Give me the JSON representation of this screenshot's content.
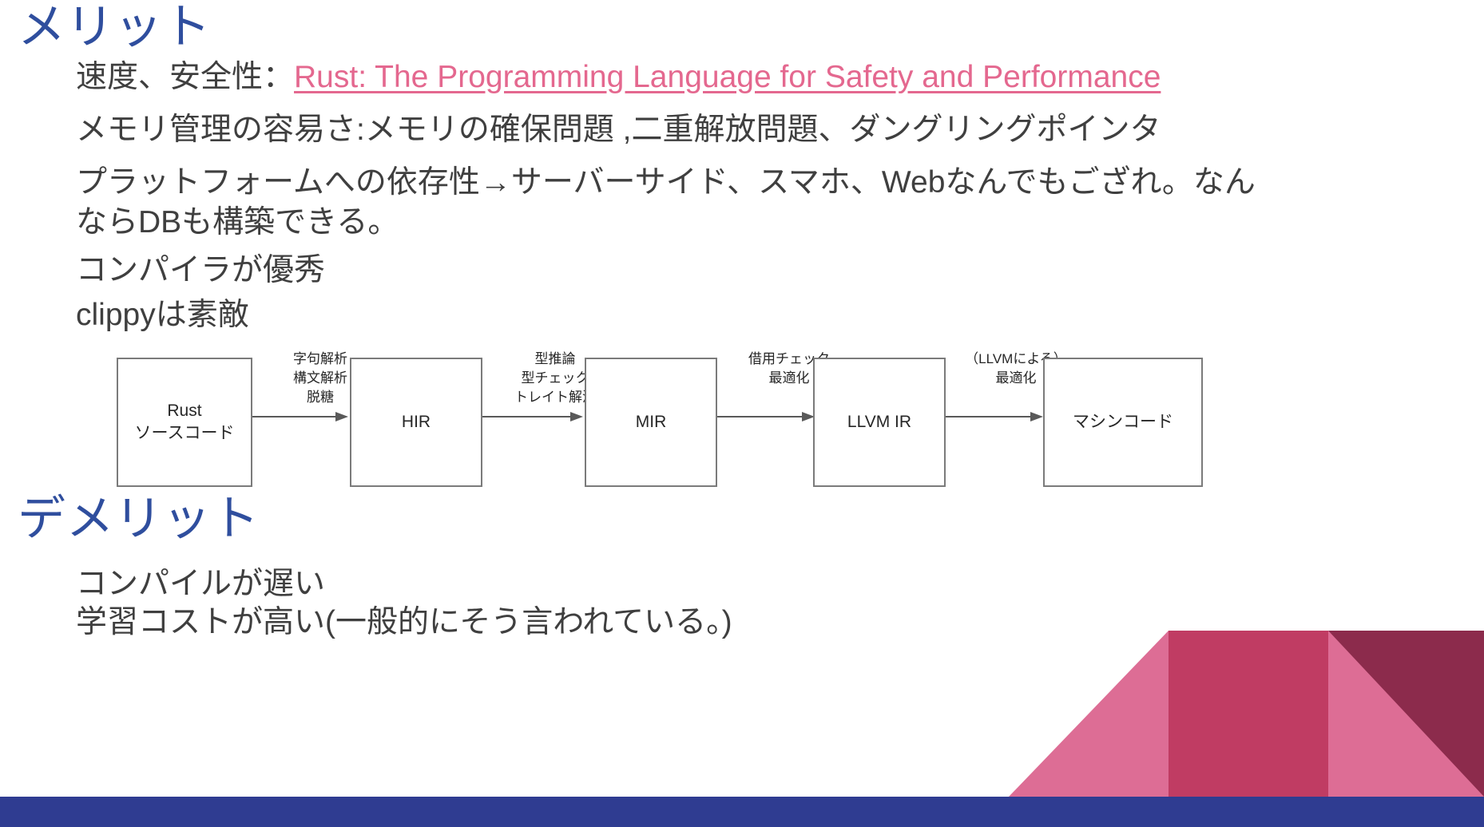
{
  "slide": {
    "sections": [
      {
        "heading": "メリット",
        "bullets": [
          {
            "prefix": "速度、安全性：",
            "link": "Rust: The Programming Language for Safety and Performance"
          },
          {
            "text": "メモリ管理の容易さ:メモリの確保問題 ,二重解放問題、ダングリングポインタ"
          },
          {
            "text": "プラットフォームへの依存性→サーバーサイド、スマホ、Webなんでもござれ。なんならDBも構築できる。"
          },
          {
            "text": "コンパイラが優秀"
          },
          {
            "text": "clippyは素敵"
          }
        ]
      },
      {
        "heading": "デメリット",
        "bullets": [
          {
            "text": "コンパイルが遅い"
          },
          {
            "text": "学習コストが高い(一般的にそう言われている。)"
          }
        ]
      }
    ]
  },
  "diagram": {
    "type": "flow",
    "nodes": [
      {
        "id": "source",
        "lines": [
          "Rust",
          "ソースコード"
        ]
      },
      {
        "id": "hir",
        "lines": [
          "HIR"
        ]
      },
      {
        "id": "mir",
        "lines": [
          "MIR"
        ]
      },
      {
        "id": "llvmir",
        "lines": [
          "LLVM IR"
        ]
      },
      {
        "id": "machine",
        "lines": [
          "マシンコード"
        ]
      }
    ],
    "edges": [
      {
        "from": "source",
        "to": "hir",
        "lines": [
          "字句解析",
          "構文解析",
          "脱糖"
        ]
      },
      {
        "from": "hir",
        "to": "mir",
        "lines": [
          "型推論",
          "型チェック",
          "トレイト解決"
        ]
      },
      {
        "from": "mir",
        "to": "llvmir",
        "lines": [
          "借用チェック",
          "最適化"
        ]
      },
      {
        "from": "llvmir",
        "to": "machine",
        "lines": [
          "（LLVMによる）",
          "最適化"
        ]
      }
    ]
  },
  "colors": {
    "heading": "#2f4e9e",
    "body": "#3f3f3f",
    "link": "#e4688f",
    "bottom_bar": "#2f3c91",
    "deco_light_pink": "#dd6d95",
    "deco_crimson": "#c03c63",
    "deco_dark_maroon": "#8c2b4c",
    "box_border": "#7b7b7b",
    "arrow": "#595959"
  }
}
